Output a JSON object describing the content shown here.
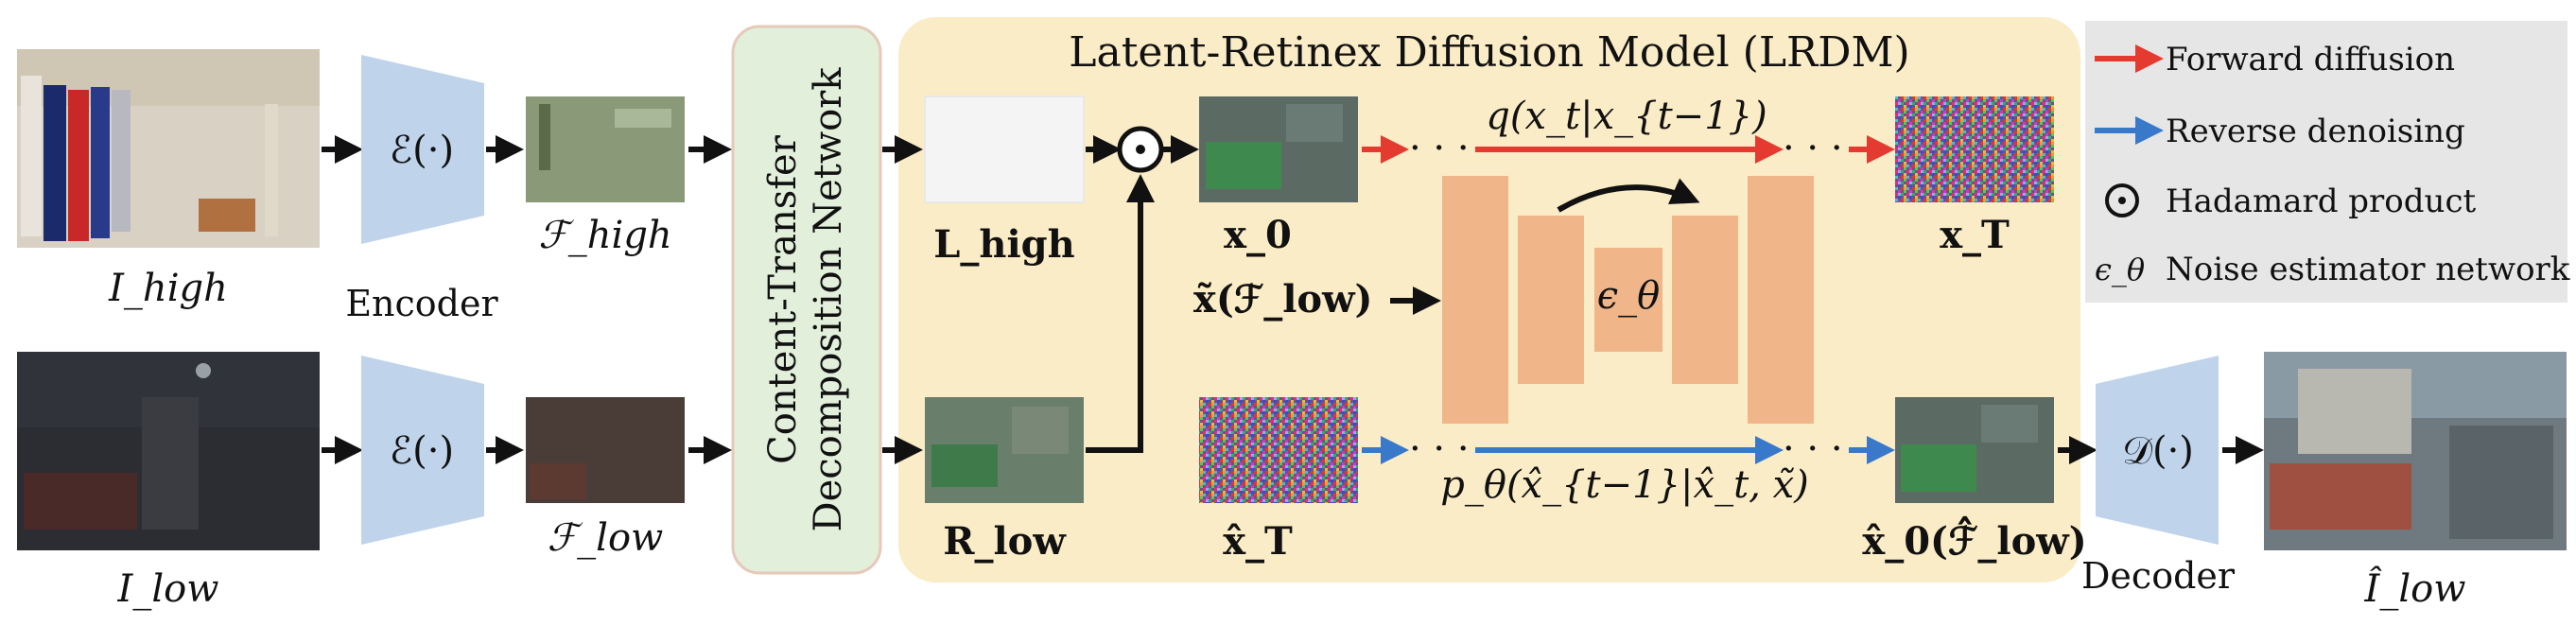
{
  "title": "Latent-Retinex Diffusion Model (LRDM)",
  "inputs": {
    "high_label": "I_high",
    "low_label": "I_low"
  },
  "encoder": {
    "op": "ℰ(·)",
    "label": "Encoder"
  },
  "features": {
    "high": "ℱ_high",
    "low": "ℱ_low"
  },
  "ctdn": {
    "line1": "Content-Transfer",
    "line2": "Decomposition Network"
  },
  "decomposition": {
    "illumination": "L_high",
    "reflectance": "R_low"
  },
  "diffusion": {
    "x0": "x_0",
    "xT": "x_T",
    "xT_hat": "x̂_T",
    "x0_hat": "x̂_0(ℱ̂_low)",
    "forward_formula": "q(x_t|x_{t−1})",
    "reverse_formula": "p_θ(x̂_{t−1}|x̂_t, x̃)",
    "condition": "x̃(ℱ_low)",
    "estimator": "ϵ_θ"
  },
  "decoder": {
    "op": "𝒟(·)",
    "label": "Decoder",
    "output": "Î_low"
  },
  "legend": {
    "items": [
      {
        "symbol": "red-arrow",
        "text": "Forward diffusion",
        "color": "#e53a2f"
      },
      {
        "symbol": "blue-arrow",
        "text": "Reverse denoising",
        "color": "#3a78c9"
      },
      {
        "symbol": "⊙",
        "text": "Hadamard product"
      },
      {
        "symbol": "ϵ_θ",
        "text": "Noise estimator network"
      }
    ]
  },
  "colors": {
    "encoder_fill": "#bfd3ea",
    "ctdn_fill": "#e2efdb",
    "lrdm_fill": "#faecc6",
    "unet_fill": "#f0b588",
    "legend_fill": "#e6e6e6",
    "forward": "#e53a2f",
    "reverse": "#3a78c9"
  }
}
